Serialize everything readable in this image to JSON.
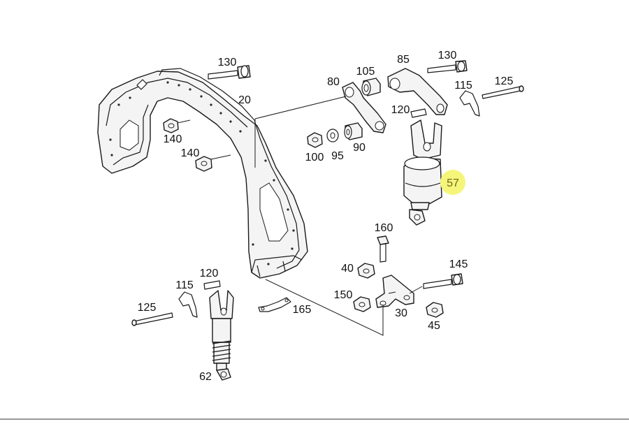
{
  "diagram": {
    "highlight_color": "#f5f57a",
    "labels": {
      "p130a": "130",
      "p20": "20",
      "p140a": "140",
      "p140b": "140",
      "p80": "80",
      "p105": "105",
      "p85": "85",
      "p130b": "130",
      "p115a": "115",
      "p125a": "125",
      "p120a": "120",
      "p100": "100",
      "p95": "95",
      "p90": "90",
      "p57": "57",
      "p160": "160",
      "p40": "40",
      "p145": "145",
      "p150": "150",
      "p30": "30",
      "p45": "45",
      "p120b": "120",
      "p115b": "115",
      "p125b": "125",
      "p165": "165",
      "p62": "62"
    }
  }
}
